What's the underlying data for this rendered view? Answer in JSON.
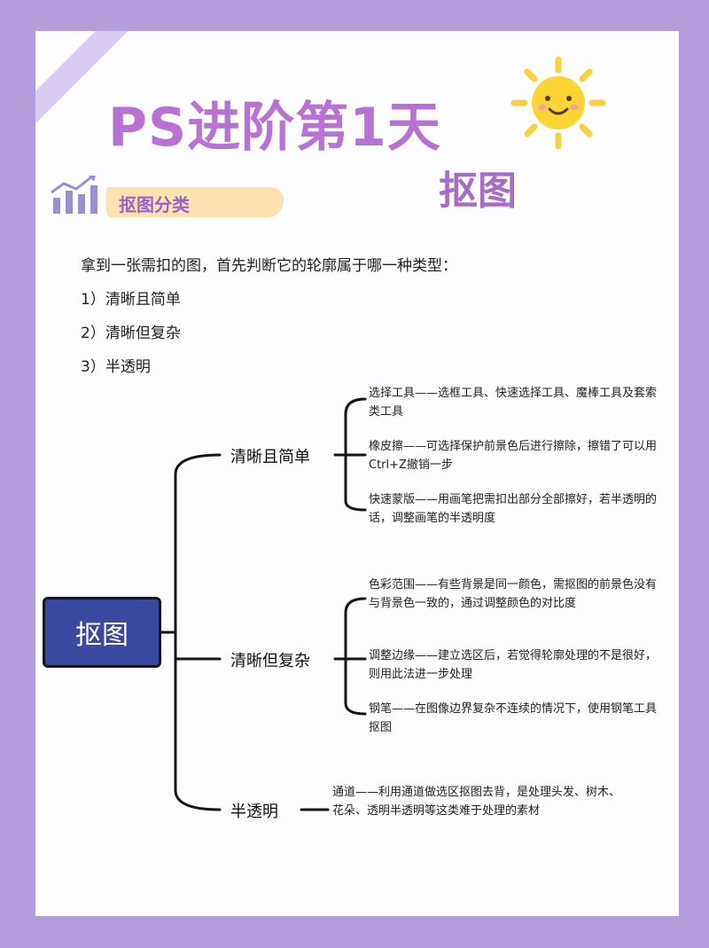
{
  "header": {
    "title": "PS进阶第1天",
    "subtitle": "抠图"
  },
  "section": {
    "title": "抠图分类",
    "intro": "拿到一张需扣的图，首先判断它的轮廓属于哪一种类型：",
    "types": [
      "1）清晰且简单",
      "2）清晰但复杂",
      "3）半透明"
    ]
  },
  "mindmap": {
    "root": "抠图",
    "branches": [
      {
        "label": "清晰且简单",
        "leaves": [
          "选择工具——选框工具、快速选择工具、魔棒工具及套索类工具",
          "橡皮擦——可选择保护前景色后进行擦除，擦错了可以用Ctrl+Z撤销一步",
          "快速蒙版——用画笔把需扣出部分全部擦好，若半透明的话，调整画笔的半透明度"
        ]
      },
      {
        "label": "清晰但复杂",
        "leaves": [
          "色彩范围——有些背景是同一颜色，需抠图的前景色没有与背景色一致的，通过调整颜色的对比度",
          "调整边缘——建立选区后，若觉得轮廓处理的不是很好，则用此法进一步处理",
          "钢笔——在图像边界复杂不连续的情况下，使用钢笔工具抠图"
        ]
      },
      {
        "label": "半透明",
        "leaves": [
          "通道——利用通道做选区抠图去背，是处理头发、树木、花朵、透明半透明等这类难于处理的素材"
        ]
      }
    ]
  },
  "colors": {
    "background": "#b39ddb",
    "card": "#fdfcfe",
    "title": "#b872d6",
    "root_box": "#3b4aa0",
    "highlight": "#fbe3b0"
  },
  "icons": [
    "sun-icon",
    "trend-chart-icon"
  ]
}
